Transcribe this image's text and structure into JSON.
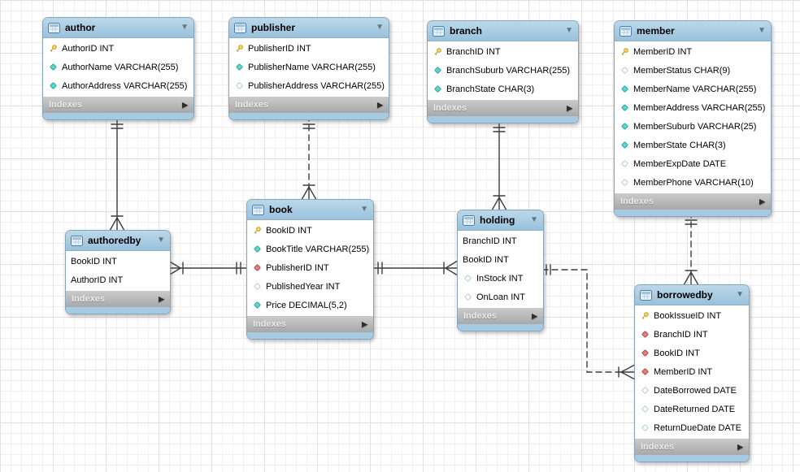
{
  "diagram": {
    "icons": {
      "collapse_caret": "▼",
      "expand_arrow": "▶"
    },
    "colors": {
      "table_header": "#9ac1db",
      "table_footer_strip": "#a6cae1",
      "indexes_bar": "#b0b0b0",
      "table_body": "#ffffff",
      "relationship_line": "#3c3c3c",
      "primary_key_icon": "#ffd94e",
      "notnull_attribute_icon": "#59d8cf",
      "nullable_attribute_icon": "#ffffff",
      "foreign_key_icon": "#e2807e"
    },
    "tables": [
      {
        "id": "author",
        "title": "author",
        "footer": "Indexes",
        "columns": [
          {
            "icon": "key",
            "text": "AuthorID INT"
          },
          {
            "icon": "notnull",
            "text": "AuthorName VARCHAR(255)"
          },
          {
            "icon": "notnull",
            "text": "AuthorAddress VARCHAR(255)"
          }
        ]
      },
      {
        "id": "publisher",
        "title": "publisher",
        "footer": "Indexes",
        "columns": [
          {
            "icon": "key",
            "text": "PublisherID INT"
          },
          {
            "icon": "notnull",
            "text": "PublisherName VARCHAR(255)"
          },
          {
            "icon": "nullable",
            "text": "PublisherAddress VARCHAR(255)"
          }
        ]
      },
      {
        "id": "branch",
        "title": "branch",
        "footer": "Indexes",
        "columns": [
          {
            "icon": "key",
            "text": "BranchID INT"
          },
          {
            "icon": "notnull",
            "text": "BranchSuburb VARCHAR(255)"
          },
          {
            "icon": "notnull",
            "text": "BranchState CHAR(3)"
          }
        ]
      },
      {
        "id": "member",
        "title": "member",
        "footer": "Indexes",
        "columns": [
          {
            "icon": "key",
            "text": "MemberID INT"
          },
          {
            "icon": "nullable",
            "text": "MemberStatus CHAR(9)"
          },
          {
            "icon": "notnull",
            "text": "MemberName VARCHAR(255)"
          },
          {
            "icon": "notnull",
            "text": "MemberAddress VARCHAR(255)"
          },
          {
            "icon": "notnull",
            "text": "MemberSuburb VARCHAR(25)"
          },
          {
            "icon": "notnull",
            "text": "MemberState CHAR(3)"
          },
          {
            "icon": "nullable",
            "text": "MemberExpDate DATE"
          },
          {
            "icon": "nullable",
            "text": "MemberPhone VARCHAR(10)"
          }
        ]
      },
      {
        "id": "authoredby",
        "title": "authoredby",
        "footer": "Indexes",
        "columns": [
          {
            "icon": "none",
            "text": "BookID INT"
          },
          {
            "icon": "none",
            "text": "AuthorID INT"
          }
        ]
      },
      {
        "id": "book",
        "title": "book",
        "footer": "Indexes",
        "columns": [
          {
            "icon": "key",
            "text": "BookID INT"
          },
          {
            "icon": "notnull",
            "text": "BookTitle VARCHAR(255)"
          },
          {
            "icon": "fk",
            "text": "PublisherID INT"
          },
          {
            "icon": "nullable",
            "text": "PublishedYear INT"
          },
          {
            "icon": "notnull",
            "text": "Price DECIMAL(5,2)"
          }
        ]
      },
      {
        "id": "holding",
        "title": "holding",
        "footer": "Indexes",
        "columns": [
          {
            "icon": "none",
            "text": "BranchID INT"
          },
          {
            "icon": "none",
            "text": "BookID INT"
          },
          {
            "icon": "nullable",
            "text": "InStock INT"
          },
          {
            "icon": "nullable",
            "text": "OnLoan INT"
          }
        ]
      },
      {
        "id": "borrowedby",
        "title": "borrowedby",
        "footer": "Indexes",
        "columns": [
          {
            "icon": "key",
            "text": "BookIssueID INT"
          },
          {
            "icon": "fk",
            "text": "BranchID INT"
          },
          {
            "icon": "fk",
            "text": "BookID INT"
          },
          {
            "icon": "fk",
            "text": "MemberID INT"
          },
          {
            "icon": "nullable",
            "text": "DateBorrowed DATE"
          },
          {
            "icon": "nullable",
            "text": "DateReturned DATE"
          },
          {
            "icon": "nullable",
            "text": "ReturnDueDate DATE"
          }
        ]
      }
    ],
    "relationships": [
      {
        "one": "author",
        "many": "authoredby",
        "line": "solid",
        "type": "identifying"
      },
      {
        "one": "publisher",
        "many": "book",
        "line": "dashed",
        "type": "non-identifying"
      },
      {
        "one": "branch",
        "many": "holding",
        "line": "solid",
        "type": "identifying"
      },
      {
        "one": "member",
        "many": "borrowedby",
        "line": "dashed",
        "type": "non-identifying"
      },
      {
        "one": "book",
        "many": "authoredby",
        "line": "solid",
        "type": "identifying"
      },
      {
        "one": "book",
        "many": "holding",
        "line": "solid",
        "type": "identifying"
      },
      {
        "one": "holding",
        "many": "borrowedby",
        "line": "dashed",
        "type": "non-identifying"
      }
    ]
  }
}
